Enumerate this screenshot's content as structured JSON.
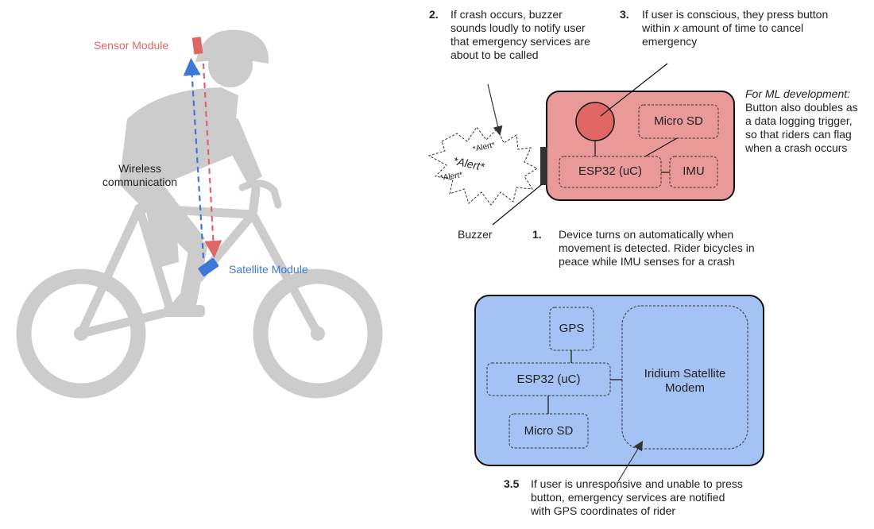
{
  "labels": {
    "sensor_module": "Sensor Module",
    "satellite_module": "Satellite Module",
    "wireless": "Wireless communication",
    "buzzer": "Buzzer",
    "alert_big": "*Alert*",
    "alert_small": "*Alert*"
  },
  "sensor_device": {
    "micro_sd": "Micro SD",
    "esp32": "ESP32 (uC)",
    "imu": "IMU"
  },
  "satellite_device": {
    "gps": "GPS",
    "esp32": "ESP32 (uC)",
    "micro_sd": "Micro SD",
    "modem": "Iridium Satellite Modem"
  },
  "steps": {
    "step1_num": "1.",
    "step1_text": "Device turns on automatically when movement is detected. Rider bicycles in peace while IMU senses for a crash",
    "step2_num": "2.",
    "step2_text": "If crash occurs, buzzer sounds loudly to notify user that emergency services are about to be called",
    "step3_num": "3.",
    "step3_pre": "If user is conscious, they press button within ",
    "step3_var": "x",
    "step3_post": " amount of time to cancel emergency",
    "step35_num": "3.5",
    "step35_text": "If user is unresponsive and unable to press button, emergency services are notified with GPS coordinates of rider"
  },
  "ml_note": {
    "heading": "For ML development:",
    "body": "Button also doubles as a data logging trigger, so that riders can flag when a crash occurs"
  },
  "colors": {
    "sensor_red": "#e06666",
    "sensor_device_fill": "#ea9999",
    "satellite_blue": "#3c78d8",
    "satellite_device_fill": "#a4c2f4",
    "silhouette": "#cccccc"
  }
}
